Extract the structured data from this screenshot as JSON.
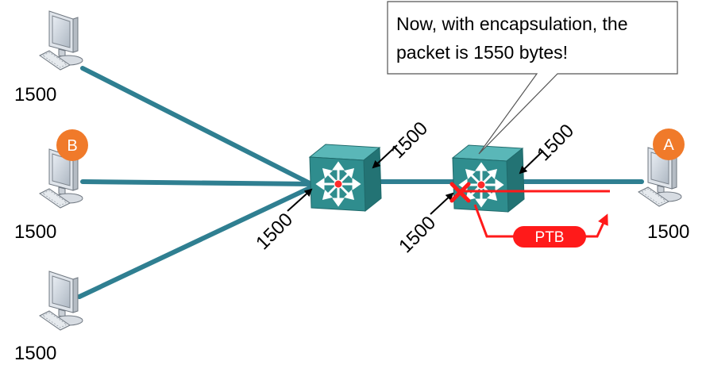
{
  "colors": {
    "link": "#2f7f91",
    "router_face": "#2f8d8e",
    "router_top": "#5ab7b8",
    "router_side": "#237374",
    "ptb_red": "#ff1a1a",
    "badge_orange": "#f07a2a",
    "monitor_gray": "#9aa2ab"
  },
  "hosts": [
    {
      "mtu": "1500",
      "badge": ""
    },
    {
      "mtu": "1500",
      "badge": "B"
    },
    {
      "mtu": "1500",
      "badge": ""
    },
    {
      "mtu": "1500",
      "badge": "A"
    }
  ],
  "routers": [
    {
      "mtu_right": "1500",
      "mtu_left": "1500"
    },
    {
      "mtu_right": "1500",
      "mtu_left": "1500"
    }
  ],
  "callout": {
    "line1": "Now, with encapsulation, the",
    "line2": "packet is 1550 bytes!"
  },
  "ptb_label": "PTB",
  "icons": [
    "computer-icon",
    "multilayer-switch-icon",
    "drop-x-icon"
  ]
}
